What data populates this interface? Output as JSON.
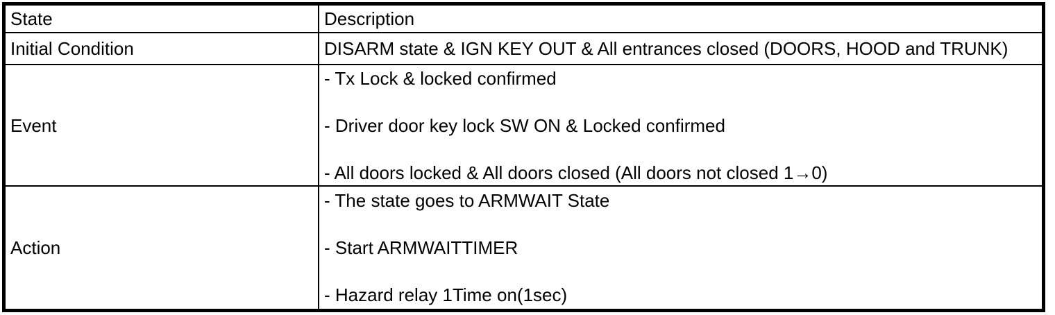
{
  "table": {
    "columns": [
      "State",
      "Description"
    ],
    "rows": [
      {
        "state": "Initial Condition",
        "description": [
          "DISARM state & IGN KEY OUT & All entrances closed (DOORS, HOOD and TRUNK)"
        ]
      },
      {
        "state": "Event",
        "description": [
          "- Tx Lock & locked confirmed",
          "- Driver door key lock SW ON & Locked confirmed",
          "- All doors locked & All doors closed (All doors not closed 1→0)"
        ]
      },
      {
        "state": "Action",
        "description": [
          "- The state goes to ARMWAIT State",
          "- Start ARMWAITTIMER",
          "- Hazard relay 1Time on(1sec)"
        ]
      }
    ],
    "colors": {
      "border": "#000000",
      "text": "#000000",
      "background": "#ffffff"
    }
  }
}
